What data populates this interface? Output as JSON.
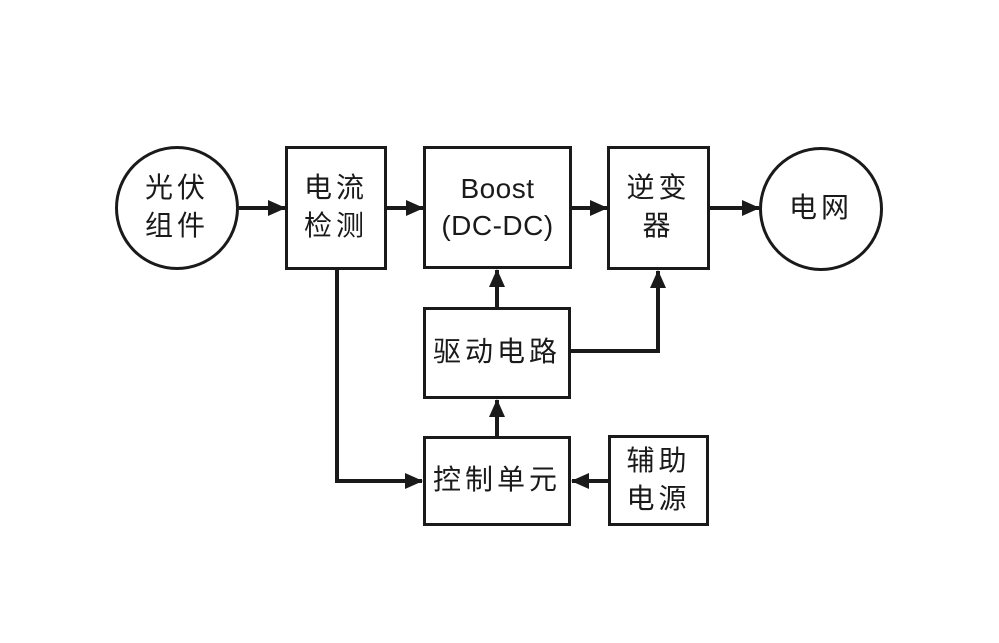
{
  "diagram": {
    "title": "photovoltaic-grid-connected-system-block-diagram",
    "background_color": "#ffffff",
    "line_color": "#1a1a1a",
    "nodes": {
      "pv_module": {
        "shape": "circle",
        "lines": [
          "光伏",
          "组件"
        ]
      },
      "current_detection": {
        "shape": "rect",
        "lines": [
          "电流",
          "检测"
        ]
      },
      "boost": {
        "shape": "rect",
        "lines": [
          "Boost",
          "(DC-DC)"
        ]
      },
      "inverter": {
        "shape": "rect",
        "lines": [
          "逆变",
          "器"
        ]
      },
      "grid": {
        "shape": "circle",
        "lines": [
          "电网"
        ]
      },
      "drive_circuit": {
        "shape": "rect",
        "lines": [
          "驱动电路"
        ]
      },
      "control_unit": {
        "shape": "rect",
        "lines": [
          "控制单元"
        ]
      },
      "aux_power": {
        "shape": "rect",
        "lines": [
          "辅助",
          "电源"
        ]
      }
    },
    "edges": [
      {
        "from": "光伏组件",
        "to": "电流检测"
      },
      {
        "from": "电流检测",
        "to": "Boost (DC-DC)"
      },
      {
        "from": "Boost (DC-DC)",
        "to": "逆变器"
      },
      {
        "from": "逆变器",
        "to": "电网"
      },
      {
        "from": "驱动电路",
        "to": "Boost (DC-DC)"
      },
      {
        "from": "驱动电路",
        "to": "逆变器"
      },
      {
        "from": "控制单元",
        "to": "驱动电路"
      },
      {
        "from": "电流检测",
        "to": "控制单元"
      },
      {
        "from": "辅助电源",
        "to": "控制单元"
      }
    ]
  }
}
